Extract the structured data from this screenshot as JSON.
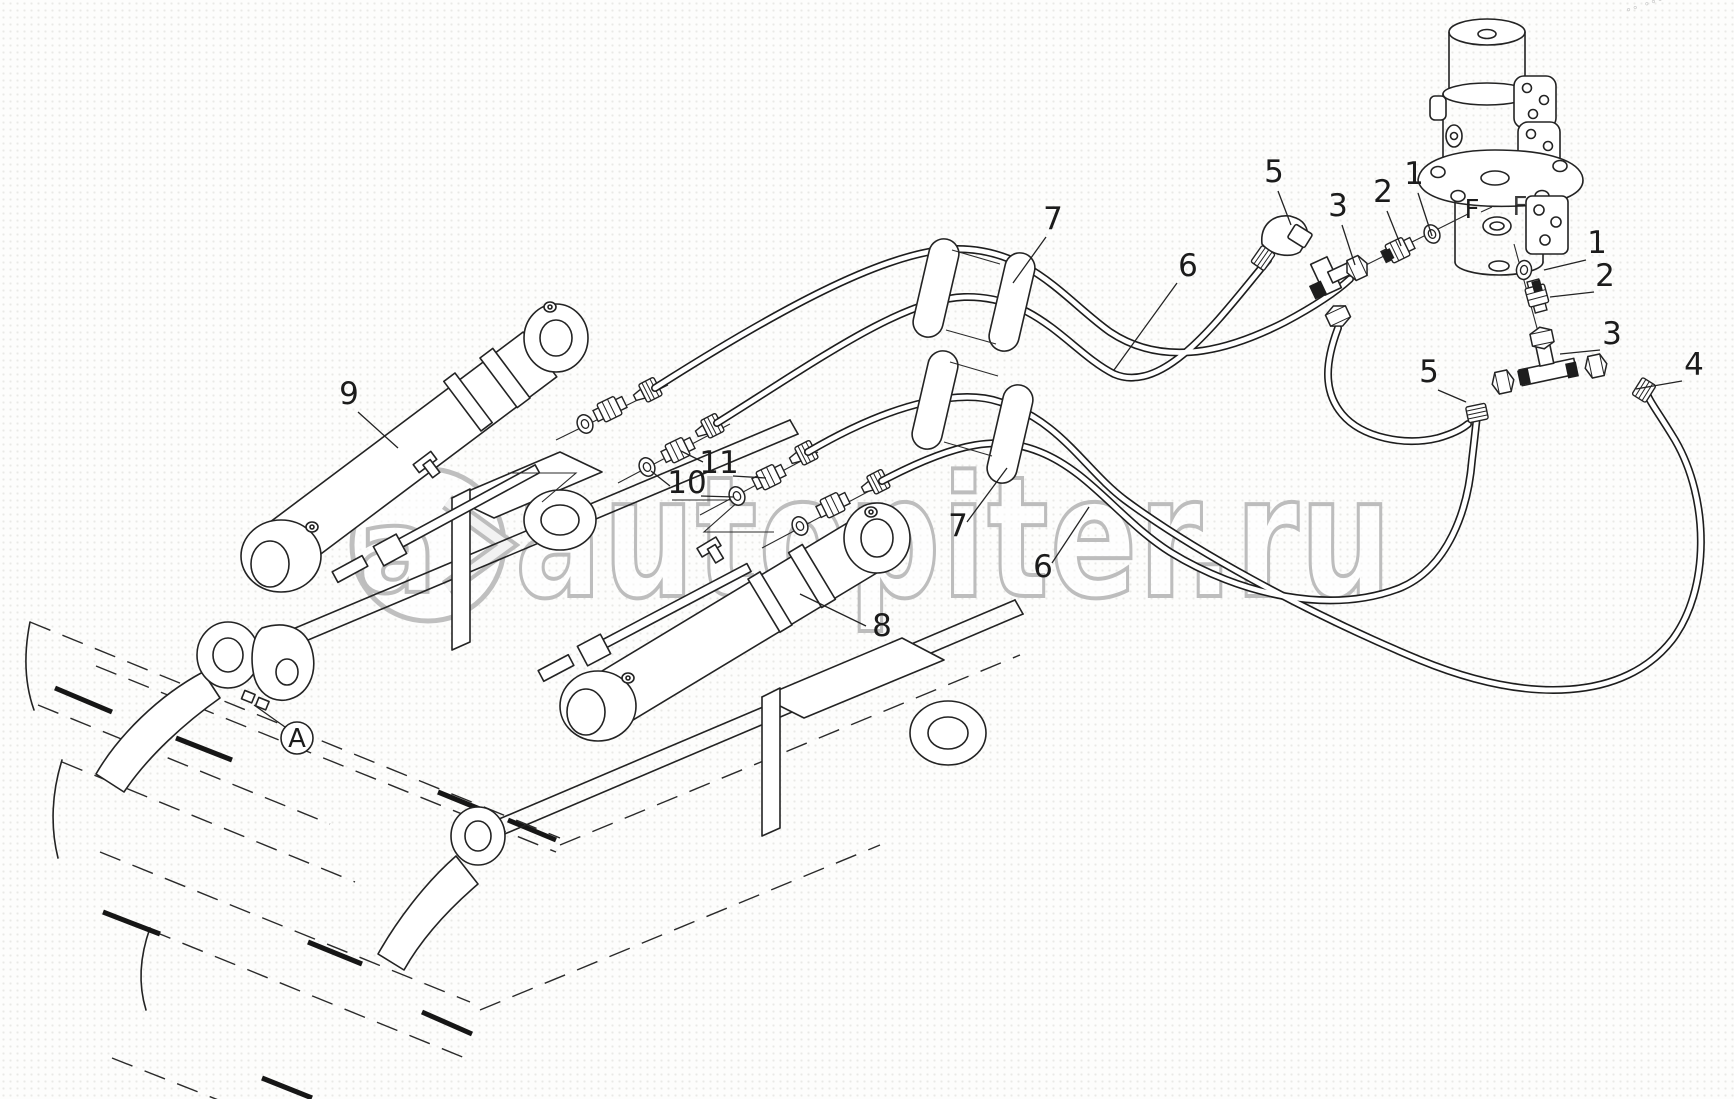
{
  "figure": {
    "kind": "hydraulic-piping-exploded-parts-diagram"
  },
  "watermark": {
    "text": "autopiter.ru",
    "logo_letter": "a",
    "color": "#bfbfbf"
  },
  "corner_marks": "°°  °°°",
  "callouts": [
    {
      "text": "9"
    },
    {
      "text": "11"
    },
    {
      "text": "10"
    },
    {
      "text": "8"
    },
    {
      "text": "7"
    },
    {
      "text": "6"
    },
    {
      "text": "7"
    },
    {
      "text": "6"
    },
    {
      "text": "5"
    },
    {
      "text": "3"
    },
    {
      "text": "2"
    },
    {
      "text": "1"
    },
    {
      "text": "F"
    },
    {
      "text": "F"
    },
    {
      "text": "1"
    },
    {
      "text": "2"
    },
    {
      "text": "3"
    },
    {
      "text": "4"
    },
    {
      "text": "5"
    },
    {
      "text": "A"
    }
  ]
}
